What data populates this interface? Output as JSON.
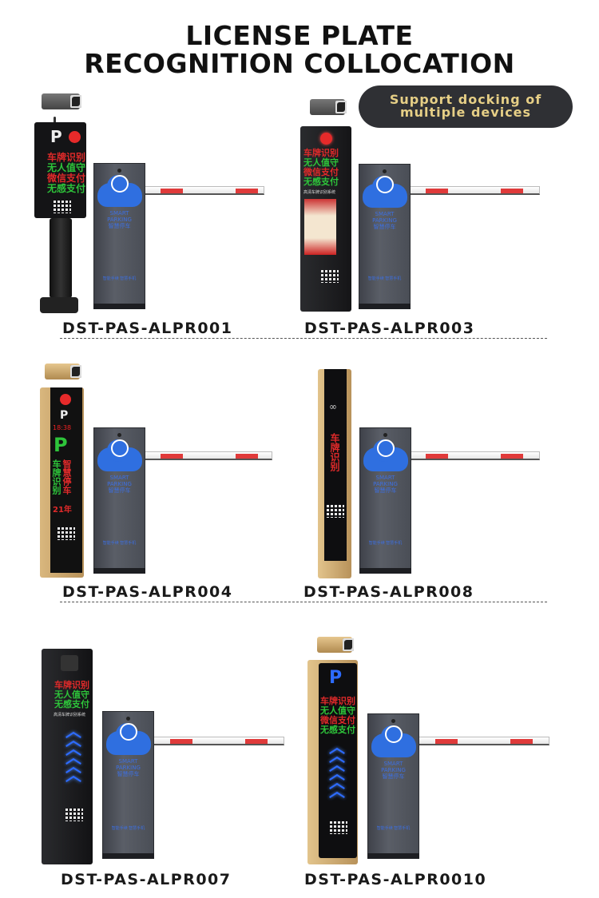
{
  "header": {
    "title_line1": "LICENSE PLATE",
    "title_line2": "RECOGNITION COLLOCATION"
  },
  "badge": {
    "line1": "Support docking of",
    "line2": "multiple devices"
  },
  "gate_text": {
    "brand_en1": "SMART",
    "brand_en2": "PARKING",
    "brand_cn": "智慧停车",
    "footer": "智能手续 智慧手机"
  },
  "products": [
    {
      "model": "DST-PAS-ALPR001",
      "screen": [
        "车牌识别",
        "无人值守",
        "微信支付",
        "无感支付"
      ],
      "sign": "P"
    },
    {
      "model": "DST-PAS-ALPR003",
      "screen": [
        "车牌识别",
        "无人值守",
        "微信支付",
        "无感支付"
      ],
      "caption": "高清车牌识别系统"
    },
    {
      "model": "DST-PAS-ALPR004",
      "sign": "P",
      "time": "18:38",
      "screen": [
        "智慧停车",
        "车牌识别",
        "21年"
      ]
    },
    {
      "model": "DST-PAS-ALPR008",
      "screen": [
        "车牌识别"
      ]
    },
    {
      "model": "DST-PAS-ALPR007",
      "screen": [
        "车牌识别",
        "无人值守",
        "无感支付"
      ],
      "caption": "高清车牌识别系统"
    },
    {
      "model": "DST-PAS-ALPR0010",
      "sign": "P",
      "screen": [
        "车牌识别",
        "无人值守",
        "微信支付",
        "无感支付"
      ]
    }
  ],
  "colors": {
    "led_red": "#e02a2a",
    "led_green": "#2ec43a",
    "badge_bg": "#2f3034",
    "badge_text": "#e6cf86",
    "gate_blue": "#2f6fe0"
  }
}
